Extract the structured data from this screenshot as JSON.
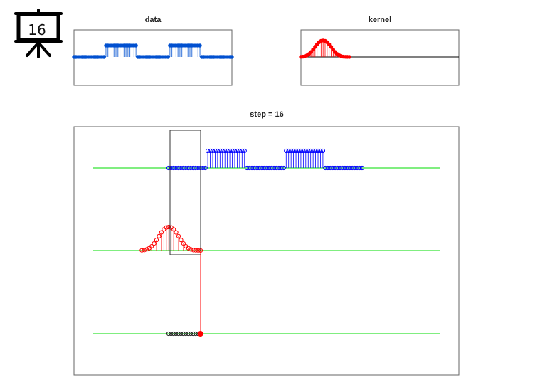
{
  "slide_badge": "16",
  "chart_data": [
    {
      "type": "stem",
      "title": "data",
      "values": [
        0,
        0,
        0,
        0,
        0,
        0,
        0,
        0,
        0,
        0,
        0,
        0,
        0,
        0,
        0,
        0,
        1,
        1,
        1,
        1,
        1,
        1,
        1,
        1,
        1,
        1,
        1,
        1,
        1,
        1,
        1,
        1,
        0,
        0,
        0,
        0,
        0,
        0,
        0,
        0,
        0,
        0,
        0,
        0,
        0,
        0,
        0,
        0,
        1,
        1,
        1,
        1,
        1,
        1,
        1,
        1,
        1,
        1,
        1,
        1,
        1,
        1,
        1,
        1,
        0,
        0,
        0,
        0,
        0,
        0,
        0,
        0,
        0,
        0,
        0,
        0,
        0,
        0,
        0,
        0
      ],
      "color": "#0050d0"
    },
    {
      "type": "stem",
      "title": "kernel",
      "values": [
        0.01,
        0.02,
        0.05,
        0.1,
        0.18,
        0.3,
        0.45,
        0.61,
        0.77,
        0.9,
        0.98,
        1,
        0.98,
        0.9,
        0.77,
        0.61,
        0.45,
        0.3,
        0.18,
        0.1,
        0.05,
        0.02,
        0.01,
        0.005,
        0.002
      ],
      "color": "#ff0000"
    },
    {
      "type": "stem",
      "title": "step = 16",
      "step": 16,
      "result": [
        0,
        0,
        0,
        0,
        0,
        0,
        0,
        0,
        0,
        0,
        0,
        0,
        0,
        0
      ],
      "colors": {
        "data": "#0000ff",
        "kernel": "#ff0000",
        "axis": "#00dd00",
        "result": "#222222",
        "cursor": "#ff0000"
      }
    }
  ]
}
